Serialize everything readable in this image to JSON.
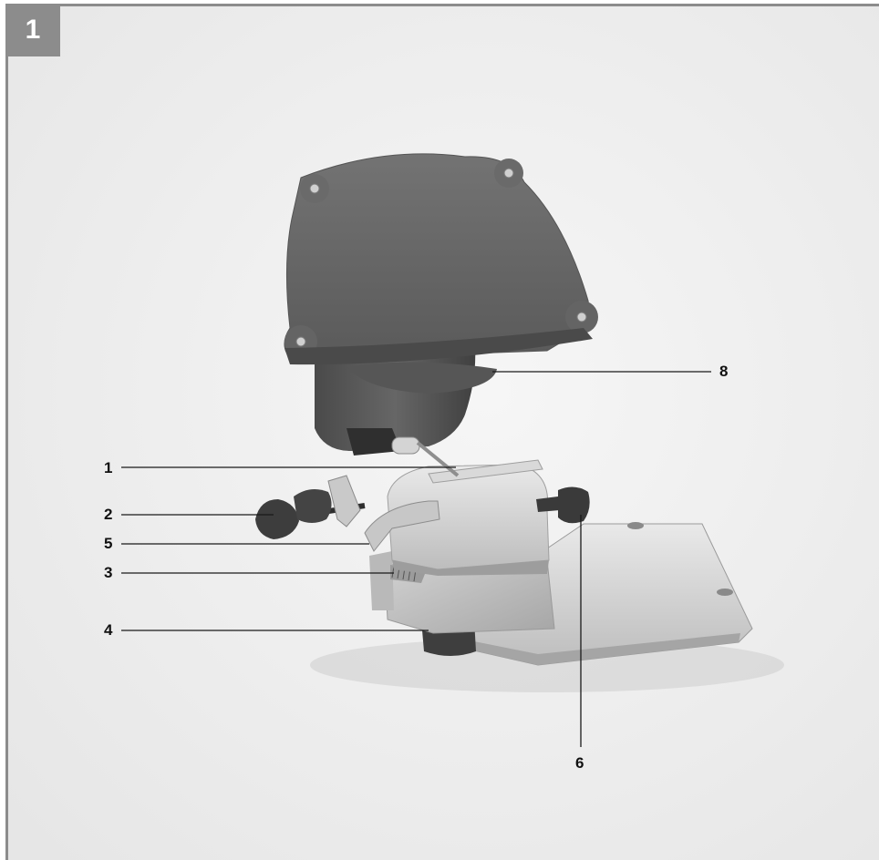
{
  "figure": {
    "number": "1"
  },
  "callouts": [
    {
      "label": "1"
    },
    {
      "label": "2"
    },
    {
      "label": "5"
    },
    {
      "label": "3"
    },
    {
      "label": "4"
    },
    {
      "label": "8"
    },
    {
      "label": "6"
    }
  ]
}
